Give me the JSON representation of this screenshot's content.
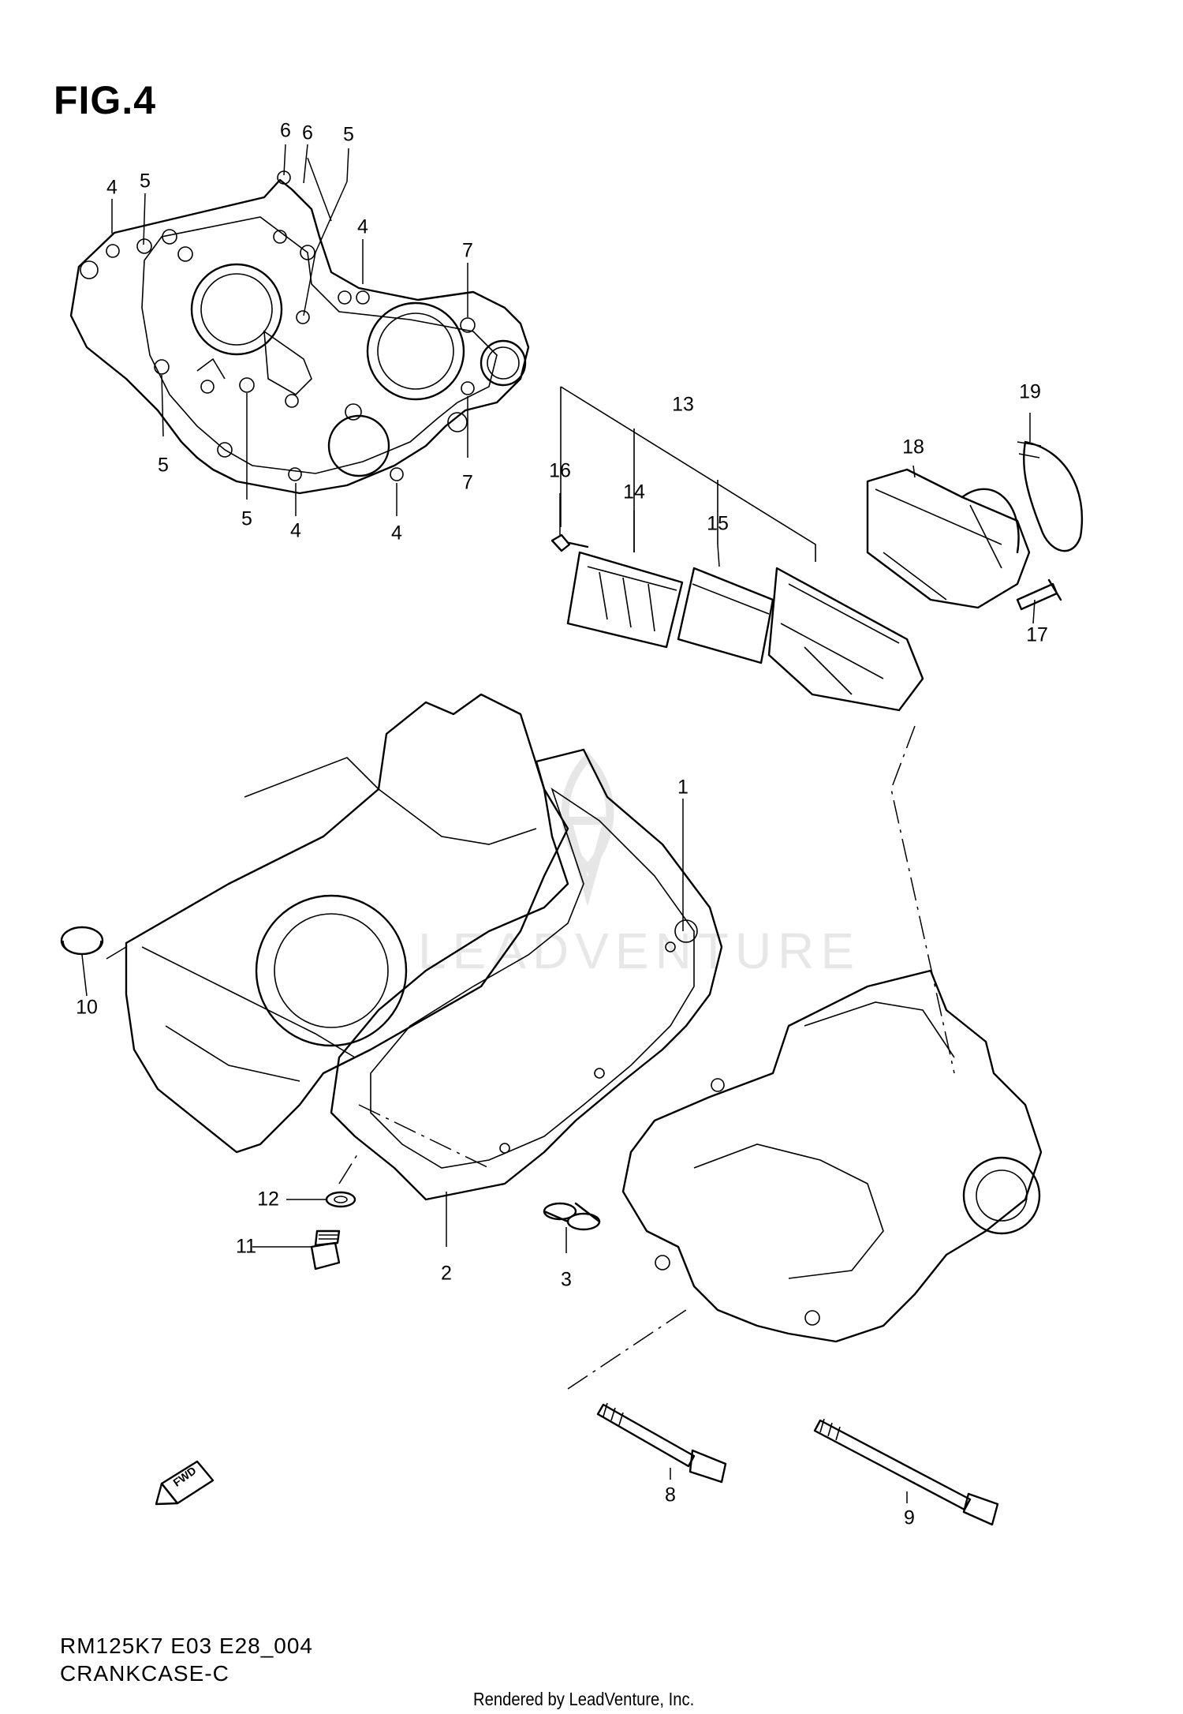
{
  "figure": {
    "title": "FIG.4"
  },
  "diagram_code": "RM125K7 E03 E28_004",
  "diagram_name": "CRANKCASE-C",
  "footer": "Rendered by LeadVenture, Inc.",
  "watermark": "LEADVENTURE",
  "fwd_label": "FWD",
  "callouts": [
    {
      "label": "6"
    },
    {
      "label": "6"
    },
    {
      "label": "5"
    },
    {
      "label": "4"
    },
    {
      "label": "5"
    },
    {
      "label": "4"
    },
    {
      "label": "7"
    },
    {
      "label": "5"
    },
    {
      "label": "5"
    },
    {
      "label": "4"
    },
    {
      "label": "4"
    },
    {
      "label": "7"
    },
    {
      "label": "13"
    },
    {
      "label": "19"
    },
    {
      "label": "18"
    },
    {
      "label": "16"
    },
    {
      "label": "14"
    },
    {
      "label": "15"
    },
    {
      "label": "17"
    },
    {
      "label": "1"
    },
    {
      "label": "10"
    },
    {
      "label": "12"
    },
    {
      "label": "11"
    },
    {
      "label": "2"
    },
    {
      "label": "3"
    },
    {
      "label": "8"
    },
    {
      "label": "9"
    }
  ],
  "colors": {
    "ink": "#000000",
    "background": "#ffffff",
    "watermark": "#e7e7e7"
  }
}
